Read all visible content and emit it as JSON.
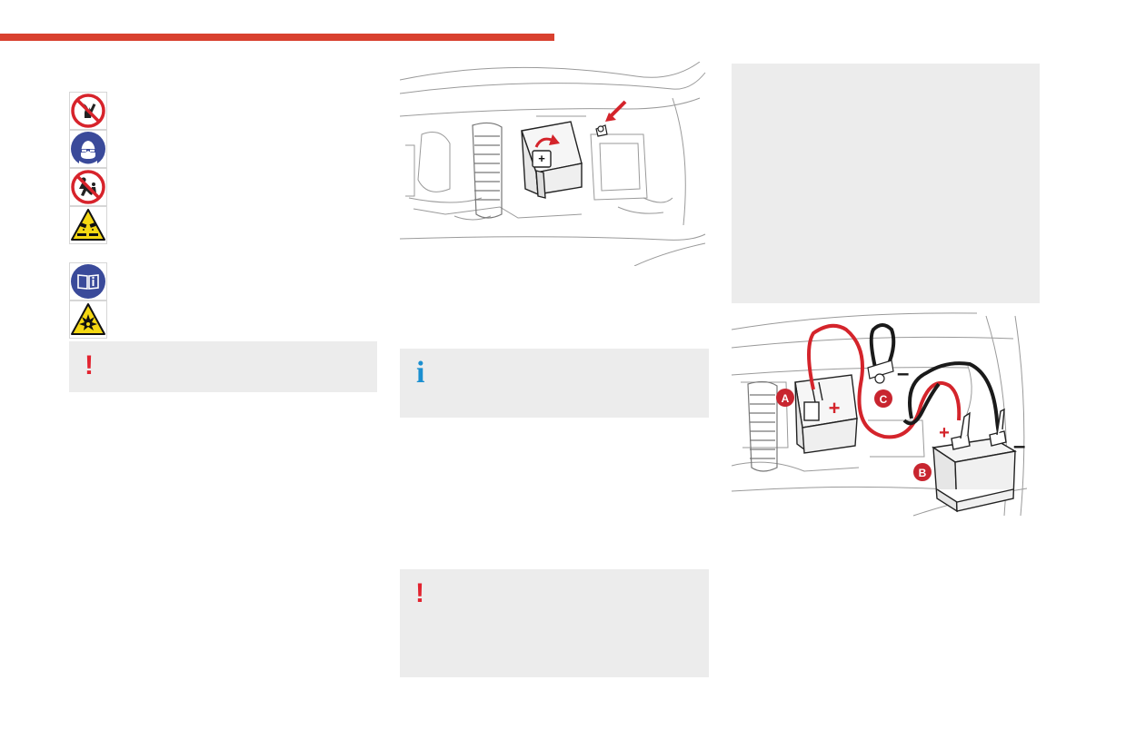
{
  "header": {
    "accent_color": "#d9412f"
  },
  "safety_symbols": [
    {
      "icon": "no-flames-no-smoking-icon"
    },
    {
      "icon": "wear-eye-protection-icon"
    },
    {
      "icon": "keep-children-away-icon"
    },
    {
      "icon": "corrosive-acid-warning-icon"
    },
    {
      "icon": "read-manual-icon"
    },
    {
      "icon": "explosive-gas-warning-icon"
    }
  ],
  "notes": {
    "warning_left": {
      "glyph": "!"
    },
    "info_middle": {
      "glyph": "i"
    },
    "warning_middle": {
      "glyph": "!"
    }
  },
  "jump_diagram": {
    "labels": {
      "a": "A",
      "b": "B",
      "c": "C"
    },
    "polarity": {
      "plus": "+",
      "minus": "–"
    }
  },
  "colors": {
    "warning": "#e2232f",
    "info": "#1b8fd0",
    "box_bg": "#ececec",
    "cable_red": "#d4242b",
    "cable_black": "#1a1a1a"
  }
}
